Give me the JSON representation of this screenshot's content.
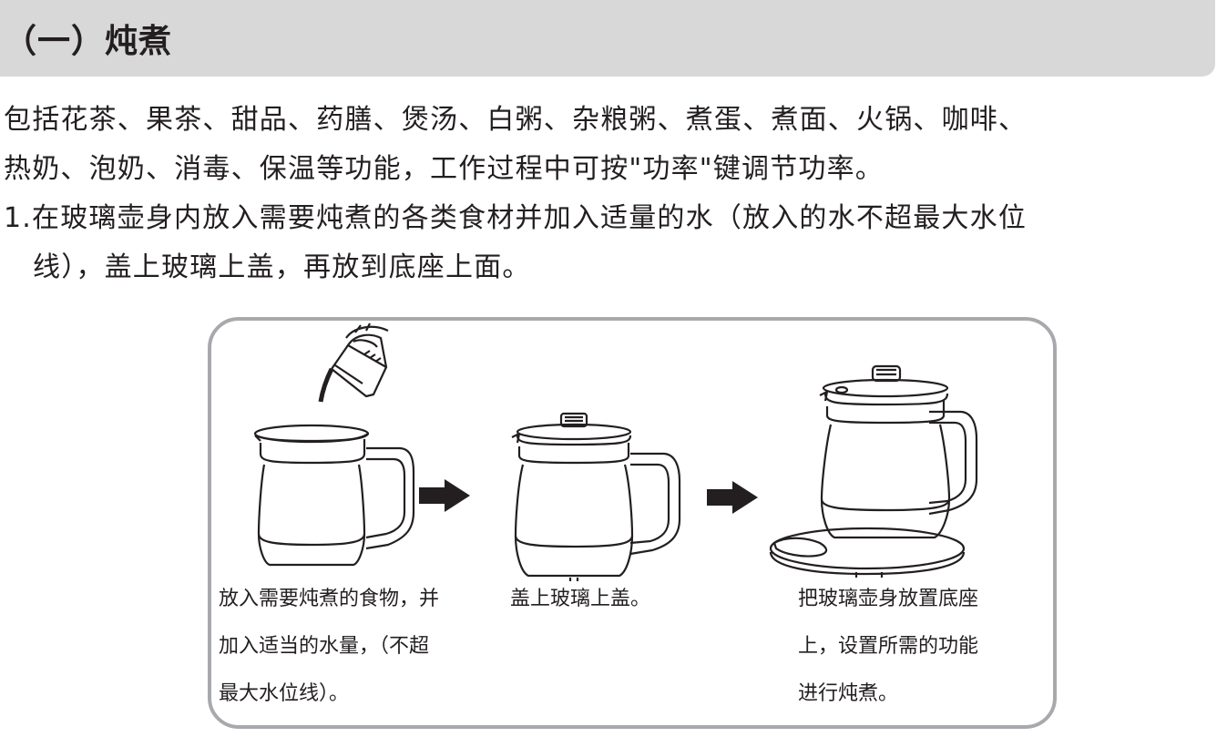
{
  "section": {
    "title": "（一）炖煮"
  },
  "intro": {
    "line1": "包括花茶、果茶、甜品、药膳、煲汤、白粥、杂粮粥、煮蛋、煮面、火锅、咖啡、",
    "line2": "热奶、泡奶、消毒、保温等功能，工作过程中可按\"功率\"键调节功率。"
  },
  "step1": {
    "line1": "1.在玻璃壶身内放入需要炖煮的各类食材并加入适量的水（放入的水不超最大水位",
    "line2": "线），盖上玻璃上盖，再放到底座上面。"
  },
  "figure": {
    "caption1": [
      "放入需要炖煮的食物，并",
      "加入适当的水量，（不超",
      "最大水位线）。"
    ],
    "caption2": [
      "盖上玻璃上盖。"
    ],
    "caption3": [
      "把玻璃壶身放置底座",
      "上，设置所需的功能",
      "进行炖煮。"
    ],
    "icons": [
      "measuring-cup-icon",
      "open-kettle-icon",
      "arrow-right-icon",
      "lidded-kettle-icon",
      "kettle-on-base-icon"
    ],
    "colors": {
      "line": "#231f20",
      "border": "#a7a9ac",
      "header": "#d8d8d9"
    }
  }
}
